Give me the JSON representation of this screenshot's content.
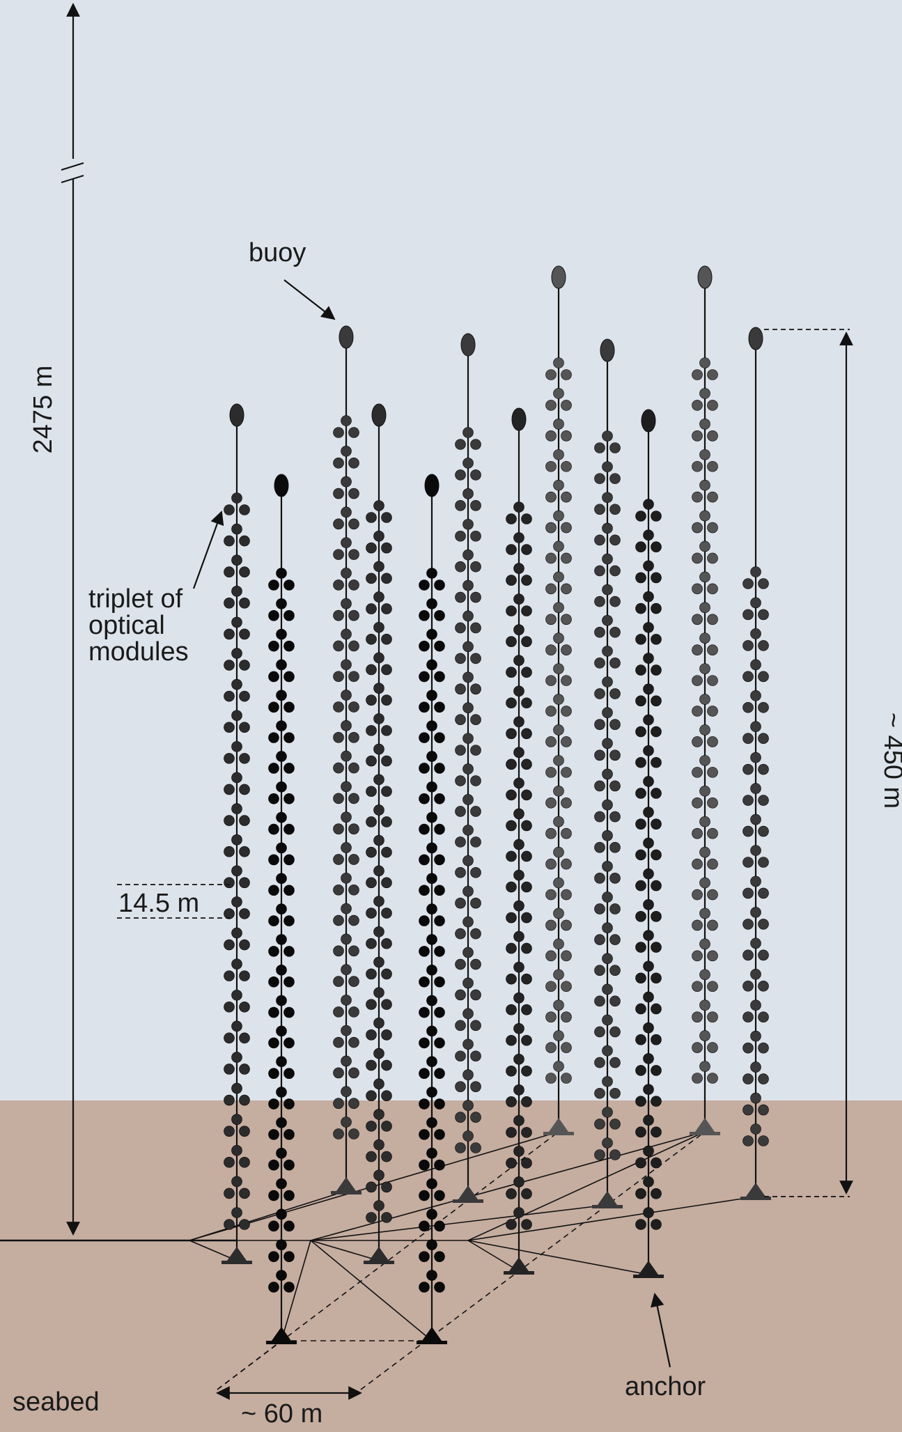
{
  "colors": {
    "water": "#dde3ea",
    "seabed": "#c5ada0",
    "line": "#111111"
  },
  "labels": {
    "depth": "2475 m",
    "buoy": "buoy",
    "triplet_line1": "triplet of",
    "triplet_line2": "optical",
    "triplet_line3": "modules",
    "floor_spacing": "14.5 m",
    "line_height": "~ 450 m",
    "seabed": "seabed",
    "line_spacing": "~ 60 m",
    "anchor": "anchor"
  },
  "detector_lines": [
    {
      "id": "line-1",
      "shade": "#2c2c2c"
    },
    {
      "id": "line-2",
      "shade": "#0a0a0a"
    },
    {
      "id": "line-3",
      "shade": "#3a3a3a"
    },
    {
      "id": "line-4",
      "shade": "#2c2c2c"
    },
    {
      "id": "line-5",
      "shade": "#0a0a0a"
    },
    {
      "id": "line-6",
      "shade": "#3a3a3a"
    },
    {
      "id": "line-7",
      "shade": "#242424"
    },
    {
      "id": "line-8",
      "shade": "#555555"
    },
    {
      "id": "line-9",
      "shade": "#3a3a3a"
    },
    {
      "id": "line-10",
      "shade": "#1e1e1e"
    },
    {
      "id": "line-11",
      "shade": "#555555"
    },
    {
      "id": "line-12",
      "shade": "#3a3a3a"
    }
  ]
}
